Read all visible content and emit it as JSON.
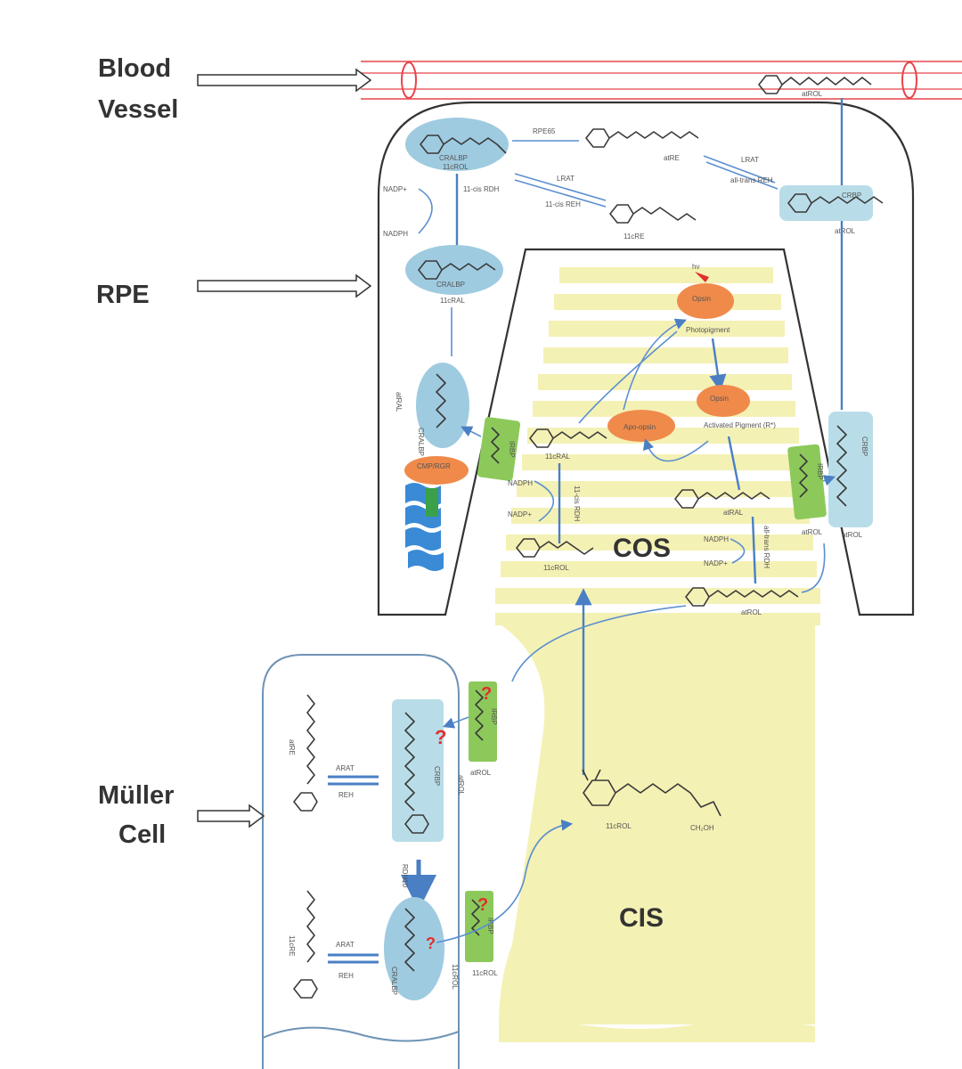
{
  "labels": {
    "blood_vessel_line1": "Blood",
    "blood_vessel_line2": "Vessel",
    "rpe": "RPE",
    "muller_line1": "Müller",
    "muller_line2": "Cell",
    "cos": "COS",
    "cis": "CIS"
  },
  "molecule_labels": {
    "atrol_vessel": "atROL",
    "atre": "atRE",
    "rpe65": "RPE65",
    "lrat": "LRAT",
    "at_retinyl_reh": "all-trans REH",
    "crbp": "CRBP",
    "atrol_rpe": "atROL",
    "cralbp_11crol": "CRALBP",
    "11crol_rpe": "11cROL",
    "nadp_plus": "NADP+",
    "nadph": "NADPH",
    "11c_rdh": "11-cis RDH",
    "lrat_2": "LRAT",
    "11c_reh": "11-cis REH",
    "11cre": "11cRE",
    "cralbp_11cral": "CRALBP",
    "11cral_rpe": "11cRAL",
    "photopigment": "Photopigment",
    "hv": "hν",
    "opsin_top": "Opsin",
    "opsin_activated": "Opsin",
    "activated_pigment": "Activated Pigment (R*)",
    "apo_opsin": "Apo-opsin",
    "11cral_cos": "11cRAL",
    "nadph_cos": "NADPH",
    "nadp_cos": "NADP+",
    "11c_rdh_cos": "11-cis RDH",
    "11crol_cos": "11cROL",
    "atral": "atRAL",
    "nadph_cos2": "NADPH",
    "nadp_cos2": "NADP+",
    "at_rdh": "all-trans RDH",
    "atrol_cos": "atROL",
    "irbp_left": "IRBP",
    "irbp_right": "IRBP",
    "crbp_right": "CRBP",
    "atrol_right": "atROL",
    "atrol_right2": "atROL",
    "cralbp_left": "CRALBP",
    "cmp_rgr": "CMP/RGR",
    "atral_rpe": "atRAL",
    "muller_atre": "atRE",
    "muller_arat": "ARAT",
    "muller_reh": "REH",
    "muller_crbp": "CRBP",
    "muller_atrol": "atROL",
    "muller_irbp": "IRBP",
    "muller_atrol2": "atROL",
    "muller_11crdh": "RDH10",
    "muller_11cre": "11cRE",
    "muller_arat2": "ARAT",
    "muller_reh2": "REH",
    "muller_cralbp": "CRALBP",
    "muller_irbp2": "IRBP",
    "muller_11crol": "11cROL",
    "muller_11crol2": "11cROL",
    "cis_11crol": "11cROL",
    "cis_ch2oh": "CH₂OH",
    "question": "?"
  },
  "colors": {
    "blood_vessel": "#e8434a",
    "cralbp": "#9fcbe0",
    "crbp": "#b9dde8",
    "irbp": "#8cc95a",
    "opsin": "#f08a4b",
    "photoreceptor": "#f4f1b4",
    "arrow": "#4a7fc4",
    "question": "#e0302a",
    "muller_border": "#6e93b5",
    "rpe65_blue": "#3a8ad6"
  }
}
